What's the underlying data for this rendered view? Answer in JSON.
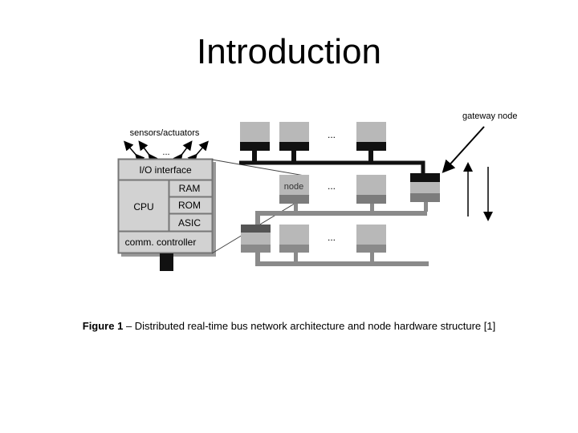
{
  "slide": {
    "title": "Introduction",
    "gateway_label": "gateway node",
    "caption_prefix": "Figure 1",
    "caption_text": " – Distributed real-time bus network architecture and node hardware structure [1]"
  },
  "node_diagram": {
    "sensors_label": "sensors/actuators",
    "io_label": "I/O interface",
    "cpu_label": "CPU",
    "ram_label": "RAM",
    "rom_label": "ROM",
    "asic_label": "ASIC",
    "comm_label": "comm. controller",
    "node_label": "node",
    "ellipsis": "..."
  },
  "colors": {
    "node_gray": "#b8b8b8",
    "bus_gray": "#8a8a8a",
    "connector_black": "#111111",
    "panel_gray": "#d2d2d2",
    "panel_border": "#888888"
  }
}
